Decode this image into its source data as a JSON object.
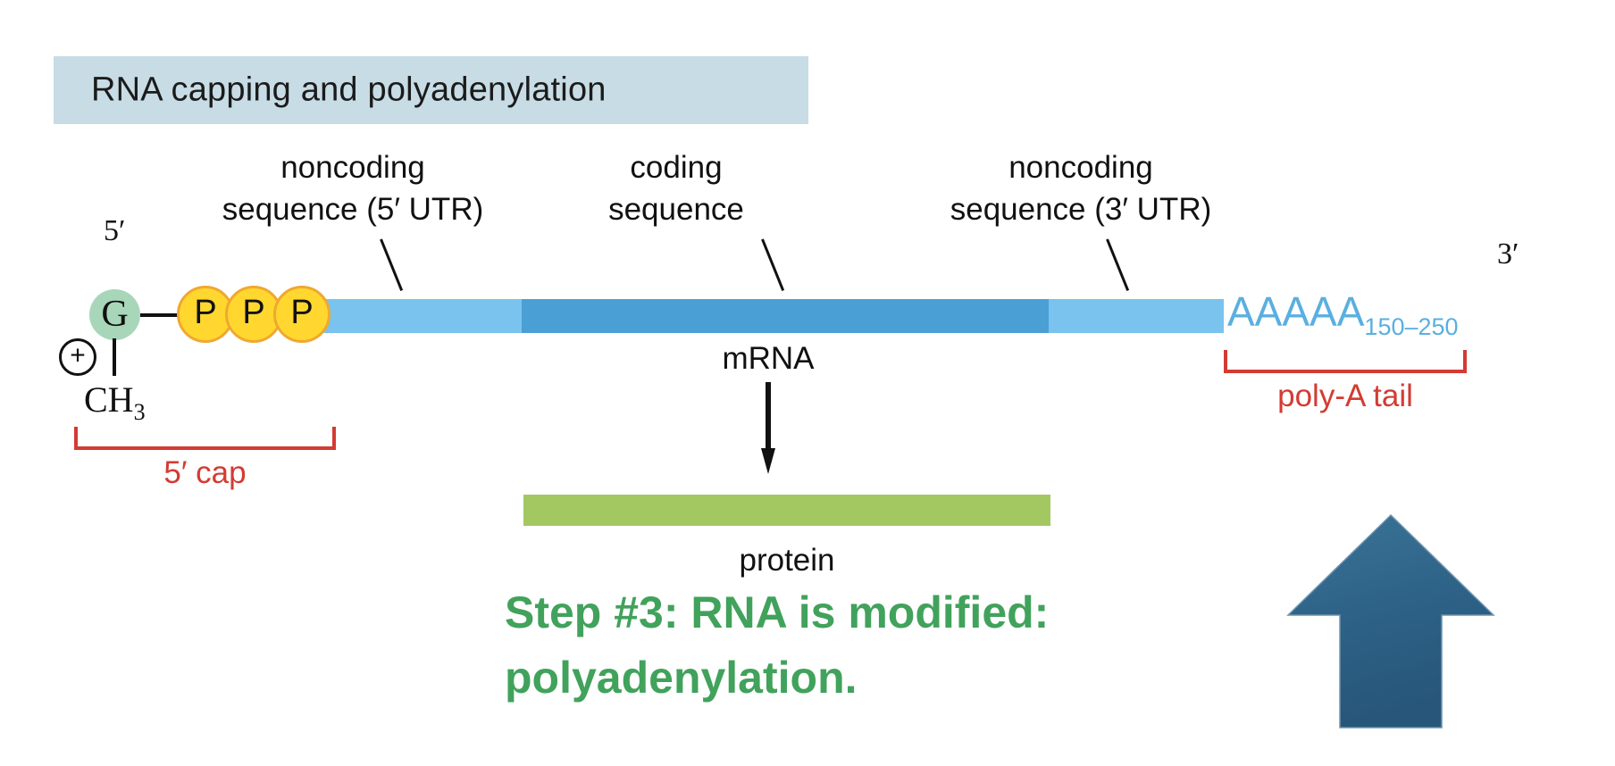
{
  "title": {
    "text": "RNA capping and polyadenylation",
    "banner_color": "#c7dce5"
  },
  "labels": {
    "five_utr": "noncoding\nsequence (5′ UTR)",
    "five_utr_line1": "noncoding",
    "five_utr_line2": "sequence (5′ UTR)",
    "coding_line1": "coding",
    "coding_line2": "sequence",
    "three_utr_line1": "noncoding",
    "three_utr_line2": "sequence (3′ UTR)",
    "mrna": "mRNA",
    "protein": "protein",
    "five_prime": "5′",
    "three_prime": "3′",
    "ch3": "CH",
    "ch3_sub": "3",
    "plus": "+",
    "cap_g": "G",
    "phosphate": "P"
  },
  "brackets": {
    "five_cap": "5′ cap",
    "poly_a": "poly-A tail"
  },
  "poly_a": {
    "letters": "AAAAA",
    "subscript": "150–250"
  },
  "annotation": {
    "line1": "Step #3: RNA is modified:",
    "line2": "polyadenylation.",
    "color": "#41a25c"
  },
  "colors": {
    "utr_blue": "#79c3ee",
    "coding_blue": "#4a9fd5",
    "cap_green": "#a8d6b9",
    "phosphate_yellow": "#ffd72e",
    "phosphate_border": "#f0a830",
    "protein_green": "#a3c862",
    "bracket_red": "#d33b33",
    "polya_blue": "#5aafe0",
    "big_arrow_blue": "#2d6186"
  },
  "icons": {
    "translate_arrow": "down-arrow-icon",
    "emphasis_arrow": "up-arrow-icon"
  }
}
